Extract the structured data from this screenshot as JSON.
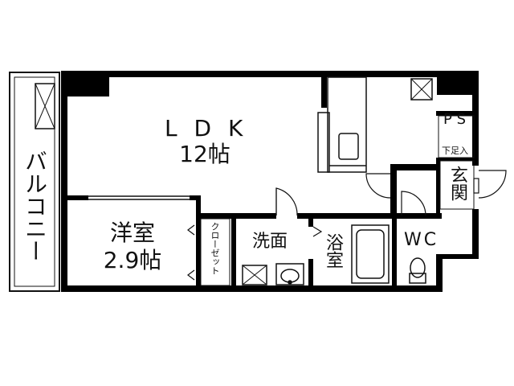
{
  "rooms": {
    "ldk": {
      "name": "L D K",
      "size": "12帖"
    },
    "western_room": {
      "name": "洋室",
      "size": "2.9帖"
    },
    "balcony": {
      "name": "バルコニー"
    },
    "closet": {
      "name": "クローゼット"
    },
    "washroom": {
      "name": "洗面"
    },
    "bathroom": {
      "name": "浴室"
    },
    "wc": {
      "name": "WC"
    },
    "ps": {
      "name": "P S"
    },
    "shoe_box": {
      "name": "下足入"
    },
    "entrance": {
      "name": "玄関"
    }
  },
  "colors": {
    "wall": "#000000",
    "line": "#111111",
    "fixture": "#555555",
    "background": "#ffffff"
  }
}
